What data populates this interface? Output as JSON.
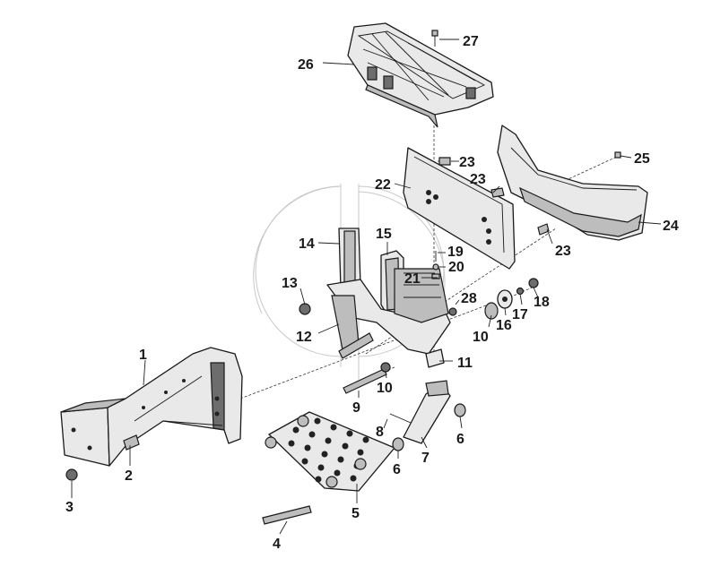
{
  "callouts": [
    {
      "id": "1",
      "label": "1"
    },
    {
      "id": "2",
      "label": "2"
    },
    {
      "id": "3",
      "label": "3"
    },
    {
      "id": "4",
      "label": "4"
    },
    {
      "id": "5",
      "label": "5"
    },
    {
      "id": "6a",
      "label": "6"
    },
    {
      "id": "6b",
      "label": "6"
    },
    {
      "id": "7",
      "label": "7"
    },
    {
      "id": "8",
      "label": "8"
    },
    {
      "id": "9",
      "label": "9"
    },
    {
      "id": "10a",
      "label": "10"
    },
    {
      "id": "10b",
      "label": "10"
    },
    {
      "id": "11",
      "label": "11"
    },
    {
      "id": "12",
      "label": "12"
    },
    {
      "id": "13",
      "label": "13"
    },
    {
      "id": "14",
      "label": "14"
    },
    {
      "id": "15",
      "label": "15"
    },
    {
      "id": "16",
      "label": "16"
    },
    {
      "id": "17",
      "label": "17"
    },
    {
      "id": "18",
      "label": "18"
    },
    {
      "id": "19",
      "label": "19"
    },
    {
      "id": "20",
      "label": "20"
    },
    {
      "id": "21",
      "label": "21"
    },
    {
      "id": "22",
      "label": "22"
    },
    {
      "id": "23a",
      "label": "23"
    },
    {
      "id": "23b",
      "label": "23"
    },
    {
      "id": "23c",
      "label": "23"
    },
    {
      "id": "24",
      "label": "24"
    },
    {
      "id": "25",
      "label": "25"
    },
    {
      "id": "26",
      "label": "26"
    },
    {
      "id": "27",
      "label": "27"
    },
    {
      "id": "28",
      "label": "28"
    }
  ]
}
